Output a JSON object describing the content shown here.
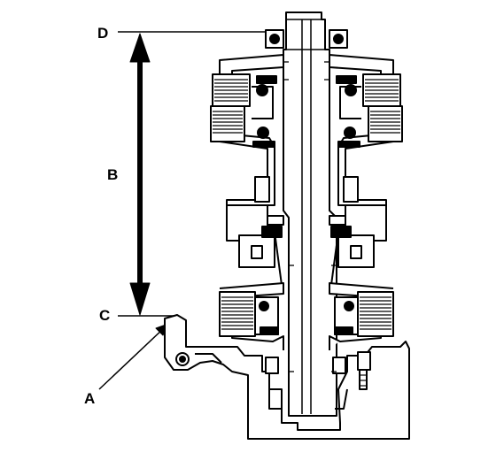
{
  "labels": {
    "d": "D",
    "b": "B",
    "c": "C",
    "a": "A"
  },
  "colors": {
    "ink": "#000000",
    "paper": "#ffffff"
  }
}
